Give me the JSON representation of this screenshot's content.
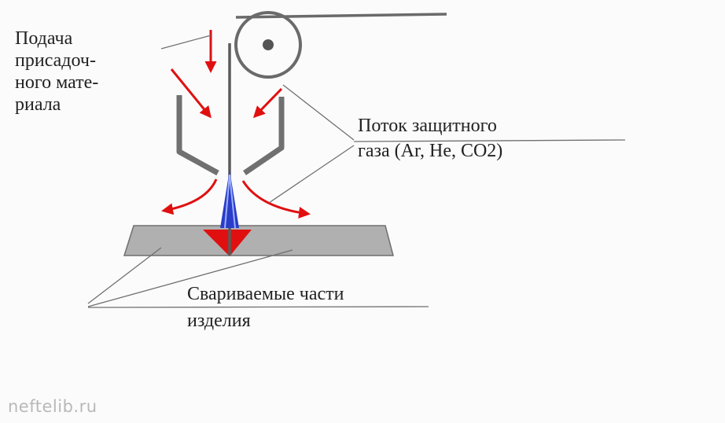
{
  "labels": {
    "filler_feed": [
      "Подача",
      "присадоч-",
      "ного мате-",
      "риала"
    ],
    "shield_gas": [
      "Поток защитного",
      "газа (Ar, He, CO2)"
    ],
    "welded_parts": [
      "Свариваемые части",
      "изделия"
    ]
  },
  "watermark": "neftelib.ru",
  "colors": {
    "arrow": "#e01010",
    "nozzle": "#707070",
    "workpiece": "#b0b0b0",
    "arc": "#2a3cc8",
    "leader": "#666666"
  }
}
